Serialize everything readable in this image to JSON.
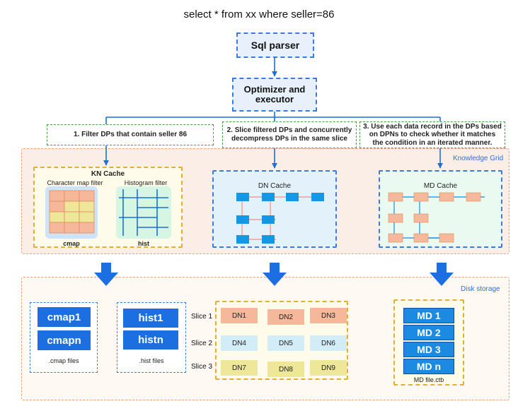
{
  "query": "select * from xx where seller=86",
  "sql_parser": "Sql parser",
  "optimizer": "Optimizer and executor",
  "steps": [
    "1.  Filter DPs that contain seller 86",
    "2.  Slice filtered DPs and concurrently decompress DPs in the same slice",
    "3.  Use each data record in the DPs based on DPNs to check whether it matches the condition in an iterated manner."
  ],
  "knowledge_grid": "Knowledge Grid",
  "kn_cache": {
    "title": "KN Cache",
    "char_filter": "Character map filter",
    "hist_filter": "Histogram filter",
    "cmap": "cmap",
    "hist": "hist"
  },
  "dn_cache": "DN Cache",
  "md_cache": "MD Cache",
  "disk_storage": "Disk storage",
  "cmap_files": {
    "items": [
      "cmap1",
      "cmapn"
    ],
    "label": ".cmap files"
  },
  "hist_files": {
    "items": [
      "hist1",
      "histn"
    ],
    "label": ".hist files"
  },
  "slices": [
    {
      "label": "Slice 1",
      "cells": [
        "DN1",
        "DN2",
        "DN3"
      ]
    },
    {
      "label": "Slice 2",
      "cells": [
        "DN4",
        "DN5",
        "DN6"
      ]
    },
    {
      "label": "Slice 3",
      "cells": [
        "DN7",
        "DN8",
        "DN9"
      ]
    }
  ],
  "md_files": {
    "items": [
      "MD 1",
      "MD 2",
      "MD 3",
      "MD n"
    ],
    "label": "MD file.ctb"
  },
  "colors": {
    "blue": "#1b6fe0",
    "dashed_blue": "#3b7be0",
    "green_dash": "#4d9a48",
    "orange_dash": "#e8a37d",
    "yellow_dash": "#e0b030",
    "kg_bg": "#fbeee6",
    "slice1": "#f6b89a",
    "slice2": "#d2ecf8",
    "slice3": "#eee79a"
  }
}
